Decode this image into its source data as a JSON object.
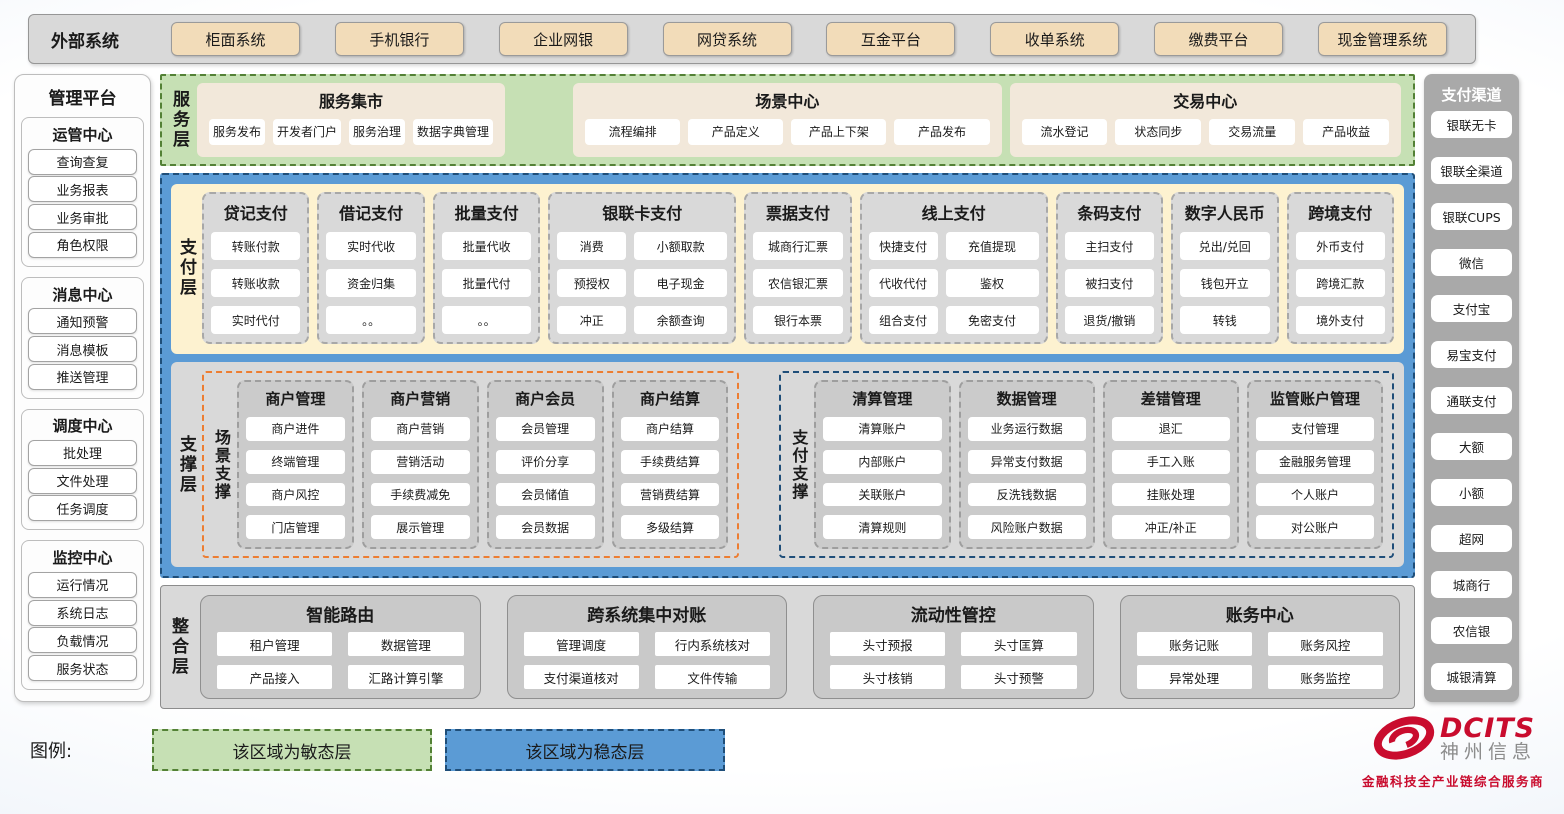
{
  "external_systems": {
    "label": "外部系统",
    "items": [
      "柜面系统",
      "手机银行",
      "企业网银",
      "网贷系统",
      "互金平台",
      "收单系统",
      "缴费平台",
      "现金管理系统"
    ]
  },
  "management_platform": {
    "title": "管理平台",
    "sections": [
      {
        "title": "运管中心",
        "items": [
          "查询查复",
          "业务报表",
          "业务审批",
          "角色权限"
        ]
      },
      {
        "title": "消息中心",
        "items": [
          "通知预警",
          "消息模板",
          "推送管理"
        ]
      },
      {
        "title": "调度中心",
        "items": [
          "批处理",
          "文件处理",
          "任务调度"
        ]
      },
      {
        "title": "监控中心",
        "items": [
          "运行情况",
          "系统日志",
          "负载情况",
          "服务状态"
        ]
      }
    ]
  },
  "service_layer": {
    "label": "服务层",
    "panels": [
      {
        "title": "服务集市",
        "items": [
          "服务发布",
          "开发者门户",
          "服务治理",
          "数据字典管理"
        ]
      },
      {
        "title": "场景中心",
        "items": [
          "流程编排",
          "产品定义",
          "产品上下架",
          "产品发布"
        ]
      },
      {
        "title": "交易中心",
        "items": [
          "流水登记",
          "状态同步",
          "交易流量",
          "产品收益"
        ]
      }
    ]
  },
  "payment_layer": {
    "label": "支付层",
    "groups": [
      {
        "title": "贷记支付",
        "cols": 1,
        "items": [
          "转账付款",
          "转账收款",
          "实时代付"
        ]
      },
      {
        "title": "借记支付",
        "cols": 1,
        "items": [
          "实时代收",
          "资金归集",
          "。。"
        ]
      },
      {
        "title": "批量支付",
        "cols": 1,
        "items": [
          "批量代收",
          "批量代付",
          "。。"
        ]
      },
      {
        "title": "银联卡支付",
        "cols": 2,
        "items": [
          "消费",
          "小额取款",
          "预授权",
          "电子现金",
          "冲正",
          "余额查询"
        ]
      },
      {
        "title": "票据支付",
        "cols": 1,
        "items": [
          "城商行汇票",
          "农信银汇票",
          "银行本票"
        ]
      },
      {
        "title": "线上支付",
        "cols": 2,
        "items": [
          "快捷支付",
          "充值提现",
          "代收代付",
          "鉴权",
          "组合支付",
          "免密支付"
        ]
      },
      {
        "title": "条码支付",
        "cols": 1,
        "items": [
          "主扫支付",
          "被扫支付",
          "退货/撤销"
        ]
      },
      {
        "title": "数字人民币",
        "cols": 1,
        "items": [
          "兑出/兑回",
          "钱包开立",
          "转钱"
        ]
      },
      {
        "title": "跨境支付",
        "cols": 1,
        "items": [
          "外币支付",
          "跨境汇款",
          "境外支付"
        ]
      }
    ]
  },
  "support_layer": {
    "label": "支撑层",
    "sections": [
      {
        "label": "场景支撑",
        "accent": "orange",
        "groups": [
          {
            "title": "商户管理",
            "items": [
              "商户进件",
              "终端管理",
              "商户风控",
              "门店管理"
            ]
          },
          {
            "title": "商户营销",
            "items": [
              "商户营销",
              "营销活动",
              "手续费减免",
              "展示管理"
            ]
          },
          {
            "title": "商户会员",
            "items": [
              "会员管理",
              "评价分享",
              "会员储值",
              "会员数据"
            ]
          },
          {
            "title": "商户结算",
            "items": [
              "商户结算",
              "手续费结算",
              "营销费结算",
              "多级结算"
            ]
          }
        ]
      },
      {
        "label": "支付支撑",
        "accent": "navy",
        "groups": [
          {
            "title": "清算管理",
            "items": [
              "清算账户",
              "内部账户",
              "关联账户",
              "清算规则"
            ]
          },
          {
            "title": "数据管理",
            "items": [
              "业务运行数据",
              "异常支付数据",
              "反洗钱数据",
              "风险账户数据"
            ]
          },
          {
            "title": "差错管理",
            "items": [
              "退汇",
              "手工入账",
              "挂账处理",
              "冲正/补正"
            ]
          },
          {
            "title": "监管账户管理",
            "items": [
              "支付管理",
              "金融服务管理",
              "个人账户",
              "对公账户"
            ]
          }
        ]
      }
    ]
  },
  "integration_layer": {
    "label": "整合层",
    "panels": [
      {
        "title": "智能路由",
        "items": [
          "租户管理",
          "数据管理",
          "产品接入",
          "汇路计算引擎"
        ]
      },
      {
        "title": "跨系统集中对账",
        "items": [
          "管理调度",
          "行内系统核对",
          "支付渠道核对",
          "文件传输"
        ]
      },
      {
        "title": "流动性管控",
        "items": [
          "头寸预报",
          "头寸匡算",
          "头寸核销",
          "头寸预警"
        ]
      },
      {
        "title": "账务中心",
        "items": [
          "账务记账",
          "账务风控",
          "异常处理",
          "账务监控"
        ]
      }
    ]
  },
  "payment_channels": {
    "title": "支付渠道",
    "items": [
      "银联无卡",
      "银联全渠道",
      "银联CUPS",
      "微信",
      "支付宝",
      "易宝支付",
      "通联支付",
      "大额",
      "小额",
      "超网",
      "城商行",
      "农信银",
      "城银清算"
    ]
  },
  "legend": {
    "label": "图例:",
    "agile": "该区域为敏态层",
    "stable": "该区域为稳态层"
  },
  "logo": {
    "name": "DCITS",
    "cn": "神州信息",
    "tagline": "金融科技全产业链综合服务商"
  },
  "colors": {
    "agile_green": "#c6e0b4",
    "green_border": "#538135",
    "stable_blue": "#5b9bd5",
    "navy_border": "#1f4e79",
    "orange_border": "#ed7d31",
    "cream": "#f2dcb9",
    "pay_yellow": "#fdf2d0",
    "gray_panel": "#d9d9d9",
    "brand_red": "#c90c2e"
  }
}
